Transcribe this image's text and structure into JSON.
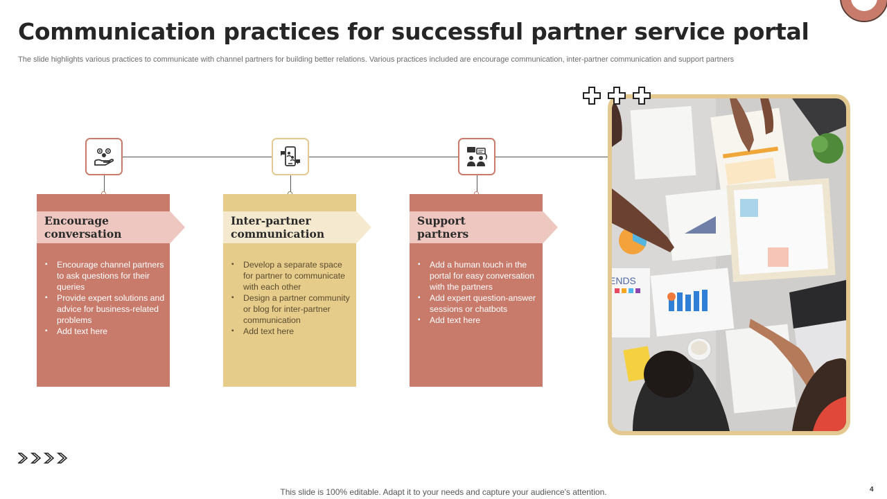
{
  "slide": {
    "title": "Communication practices for successful partner service portal",
    "subtitle": "The slide highlights various practices to communicate with channel partners for building better relations. Various practices included are encourage communication, inter-partner communication and support partners",
    "footer": "This slide is 100% editable. Adapt it to your needs and capture your audience's attention.",
    "page_number": "4"
  },
  "colors": {
    "terracotta": "#c97b6b",
    "terracotta_light": "#eec8c0",
    "mustard": "#e6cc8a",
    "mustard_light": "#f5ead0",
    "frame": "#e3c98f"
  },
  "cards": [
    {
      "icon": "hand-people-icon",
      "title_line1": "Encourage",
      "title_line2": "conversation",
      "bullets": [
        "Encourage channel partners to ask questions for their queries",
        "Provide expert solutions and advice for business-related problems",
        "Add text here"
      ]
    },
    {
      "icon": "phone-chat-icon",
      "title_line1": "Inter-partner",
      "title_line2": "communication",
      "bullets": [
        "Develop a separate space for partner to communicate with each other",
        "Design a partner community or blog for inter-partner communication",
        "Add text here"
      ]
    },
    {
      "icon": "support-team-icon",
      "title_line1": "Support",
      "title_line2": "partners",
      "bullets": [
        "Add a human touch in the portal for easy conversation with the partners",
        "Add expert question-answer sessions or chatbots",
        "Add text here"
      ]
    }
  ],
  "photo": {
    "icon": "team-meeting-photo",
    "visible_text": "ENDS"
  }
}
